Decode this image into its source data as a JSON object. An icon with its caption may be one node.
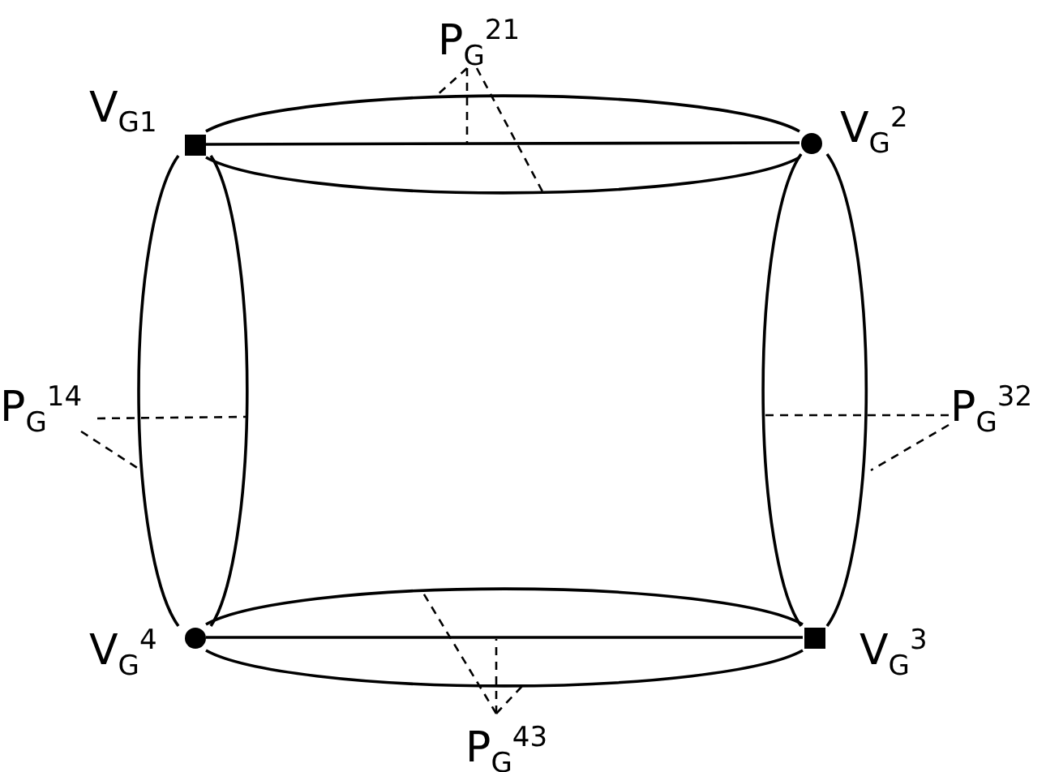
{
  "diagram": {
    "nodes": [
      {
        "text": [
          "P$_{G}$$^{21}$"
        ]
      },
      {
        "text": [],
        "shape": "box",
        "beside": [
          "V$_{G1}$"
        ]
      },
      {
        "text": [],
        "shape": "circle",
        "beside": [
          "V$_{G}$$^{2}$"
        ]
      },
      {
        "text": [
          "P$_{G}$$^{14}$"
        ]
      },
      {
        "text": [
          "P$_{G}$$^{32}$"
        ]
      },
      {
        "text": [],
        "shape": "circle",
        "beside": [
          "V$_{G}$$^{4}$"
        ]
      },
      {
        "text": [],
        "shape": "box",
        "beside": [
          "V$_{G}$$^{3}$"
        ]
      },
      {
        "text": [
          "P$_{G}$$^{43}$"
        ]
      }
    ],
    "edges": [
      {
        "from": 1,
        "to": 2,
        "arrow": "none"
      },
      {
        "from": 1,
        "to": 2,
        "arrow": "none"
      },
      {
        "from": 1,
        "to": 2,
        "arrow": "none"
      },
      {
        "from": 2,
        "to": 6,
        "arrow": "none"
      },
      {
        "from": 2,
        "to": 6,
        "arrow": "none"
      },
      {
        "from": 5,
        "to": 6,
        "arrow": "none"
      },
      {
        "from": 5,
        "to": 6,
        "arrow": "none"
      },
      {
        "from": 5,
        "to": 6,
        "arrow": "none"
      },
      {
        "from": 1,
        "to": 5,
        "arrow": "none"
      },
      {
        "from": 1,
        "to": 5,
        "arrow": "none"
      },
      {
        "from": 0,
        "to": null,
        "arrow": "none",
        "style": "dashed"
      },
      {
        "from": 0,
        "to": null,
        "arrow": "none",
        "style": "dashed"
      },
      {
        "from": 0,
        "to": null,
        "arrow": "none",
        "style": "dashed"
      },
      {
        "from": 3,
        "to": null,
        "arrow": "none",
        "style": "dashed"
      },
      {
        "from": 3,
        "to": null,
        "arrow": "none",
        "style": "dashed"
      },
      {
        "from": 4,
        "to": null,
        "arrow": "none",
        "style": "dashed"
      },
      {
        "from": 4,
        "to": null,
        "arrow": "none",
        "style": "dashed"
      },
      {
        "from": 7,
        "to": null,
        "arrow": "none",
        "style": "dashed"
      },
      {
        "from": 7,
        "to": null,
        "arrow": "none",
        "style": "dashed"
      },
      {
        "from": 7,
        "to": null,
        "arrow": "none",
        "style": "dashed"
      }
    ]
  }
}
